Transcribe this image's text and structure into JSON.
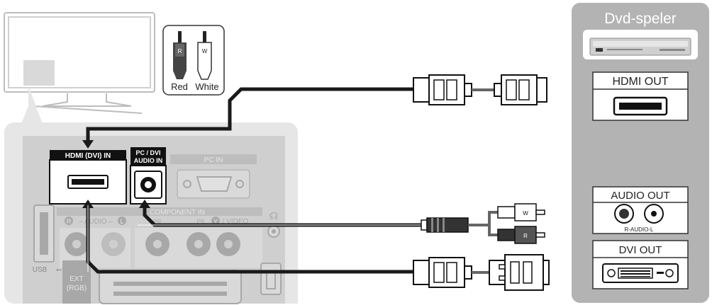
{
  "legend": {
    "red": "Red",
    "white": "White",
    "red_plug_mark": "R",
    "white_plug_mark": "W"
  },
  "tv_panel": {
    "hdmi_in": "HDMI (DVI) IN",
    "pc_dvi_audio_in_line1": "PC / DVI",
    "pc_dvi_audio_in_line2": "AUDIO IN",
    "pc_in": "PC IN",
    "component_in": "COMPONENT IN",
    "audio_r_mark": "R",
    "audio_label": "– AUDIO –",
    "audio_l_mark": "L",
    "pr_label": "PR",
    "pb_label": "PB",
    "y_label": "Y",
    "video_label": "/ VIDEO",
    "usb_label": "USB",
    "ext_line1": "EXT",
    "ext_line2": "(RGB)"
  },
  "dvd_player": {
    "title": "Dvd-speler",
    "hdmi_out": "HDMI OUT",
    "audio_out": "AUDIO OUT",
    "audio_out_sub": "R-AUDIO-L",
    "dvi_out": "DVI OUT"
  },
  "colors": {
    "panel_bg": "#e6e6e6",
    "panel_inner": "#cfcfcf",
    "dvd_panel_bg": "#b3b3b3",
    "cable": "#1a1a1a"
  }
}
